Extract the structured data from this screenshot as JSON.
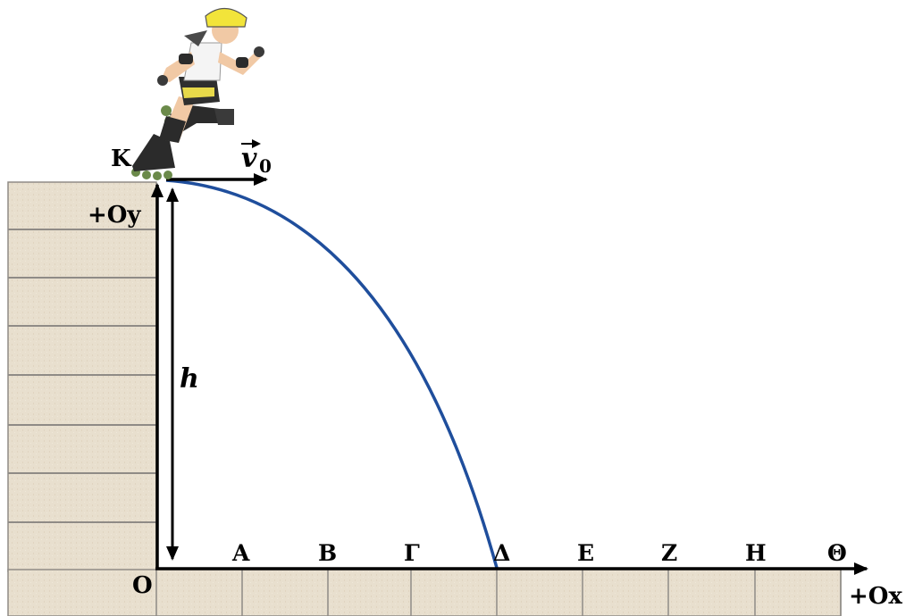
{
  "labels": {
    "launch_point": "Κ",
    "origin": "O",
    "y_axis": "+Oy",
    "x_axis": "+Ox",
    "height": "h",
    "velocity": "v",
    "velocity_subscript": "0",
    "ground_points": [
      "Α",
      "Β",
      "Γ",
      "Δ",
      "Ε",
      "Ζ",
      "Η",
      "Θ"
    ]
  },
  "trajectory": {
    "landing_point": "Δ",
    "color": "#1f4e9c"
  },
  "colors": {
    "wall": "#e6dccb",
    "mortar": "#9e9a94",
    "axes": "#000000"
  },
  "figure": {
    "description_icon": "rollerblader-figure"
  }
}
